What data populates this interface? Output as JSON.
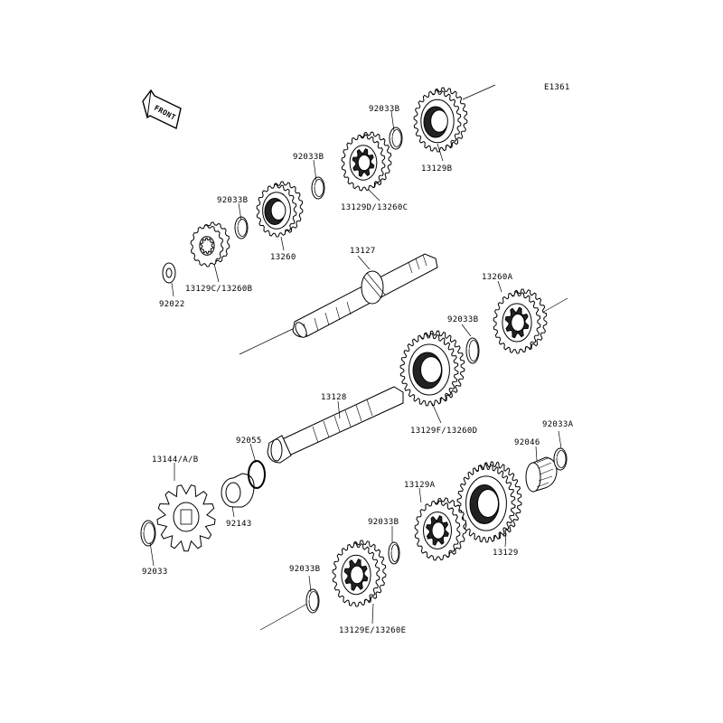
{
  "diagram_code": "E1361",
  "front_marker": "FRONT",
  "labels": {
    "p92033B_1": "92033B",
    "p13129B": "13129B",
    "p92033B_2": "92033B",
    "p13129D_13260C": "13129D/13260C",
    "p92033B_3": "92033B",
    "p13260": "13260",
    "p13129C_13260B": "13129C/13260B",
    "p92022": "92022",
    "p13127": "13127",
    "p13260A": "13260A",
    "p92033B_4": "92033B",
    "p13129F_13260D": "13129F/13260D",
    "p13128": "13128",
    "p92055": "92055",
    "p13144AB": "13144/A/B",
    "p92143": "92143",
    "p92033": "92033",
    "p92046": "92046",
    "p92033A": "92033A",
    "p13129A": "13129A",
    "p92033B_5": "92033B",
    "p13129": "13129",
    "p92033B_6": "92033B",
    "p13129E_13260E": "13129E/13260E"
  }
}
